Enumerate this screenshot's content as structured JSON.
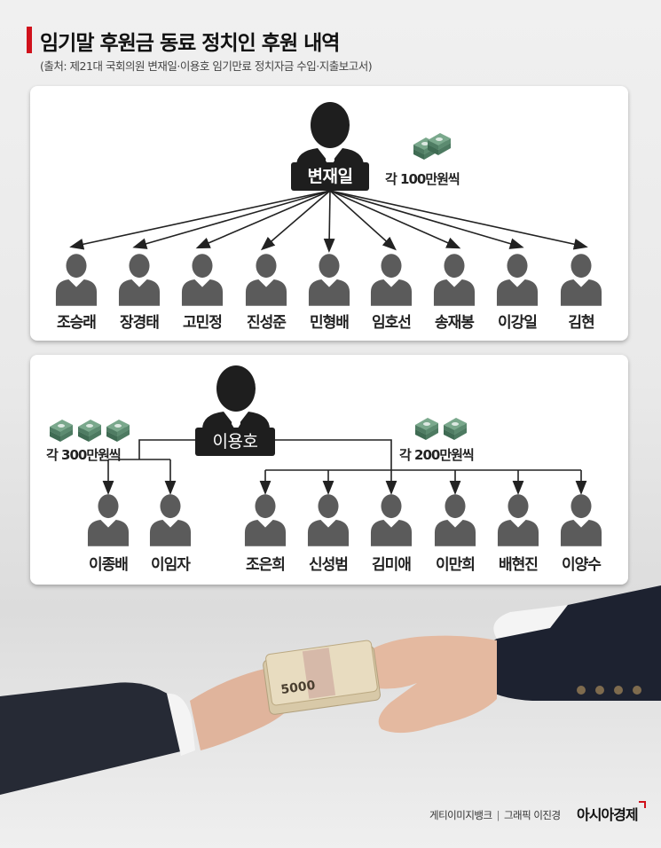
{
  "title": "임기말 후원금 동료 정치인 후원 내역",
  "subtitle": "(출처: 제21대 국회의원 변재일·이용호 임기만료 정치자금 수입·지출보고서)",
  "panel1": {
    "donor": "변재일",
    "amount": "각 100만원씩",
    "recipients": [
      "조승래",
      "장경태",
      "고민정",
      "진성준",
      "민형배",
      "임호선",
      "송재봉",
      "이강일",
      "김현"
    ]
  },
  "panel2": {
    "donor": "이용호",
    "left_amount": "각 300만원씩",
    "right_amount": "각 200만원씩",
    "left_recipients": [
      "이종배",
      "이임자"
    ],
    "right_recipients": [
      "조은희",
      "신성범",
      "김미애",
      "이만희",
      "배현진",
      "이양수"
    ]
  },
  "photo_banknote": "5000",
  "credit": {
    "source": "게티이미지뱅크",
    "designer": "그래픽 이진경",
    "logo": "아시아경제"
  }
}
